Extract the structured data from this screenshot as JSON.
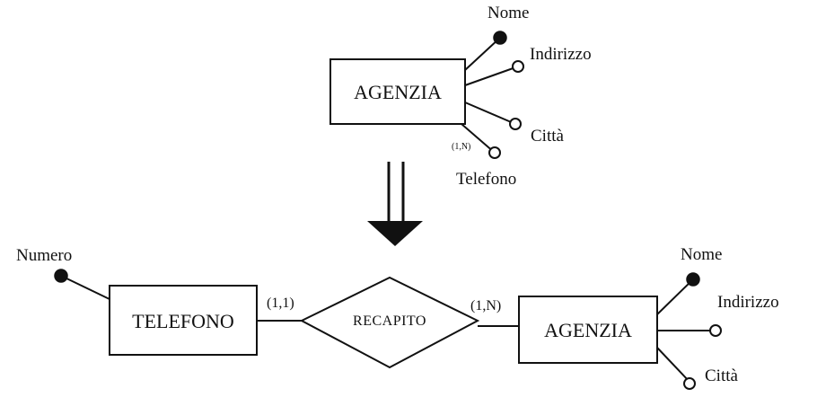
{
  "top": {
    "entity": "AGENZIA",
    "attributes": {
      "nome": "Nome",
      "indirizzo": "Indirizzo",
      "citta": "Città",
      "telefono": "Telefono",
      "telefono_card": "(1,N)"
    }
  },
  "bottom": {
    "left_entity": "TELEFONO",
    "left_attribute": "Numero",
    "relationship": "RECAPITO",
    "left_card": "(1,1)",
    "right_card": "(1,N)",
    "right_entity": "AGENZIA",
    "right_attributes": {
      "nome": "Nome",
      "indirizzo": "Indirizzo",
      "citta": "Città"
    }
  }
}
